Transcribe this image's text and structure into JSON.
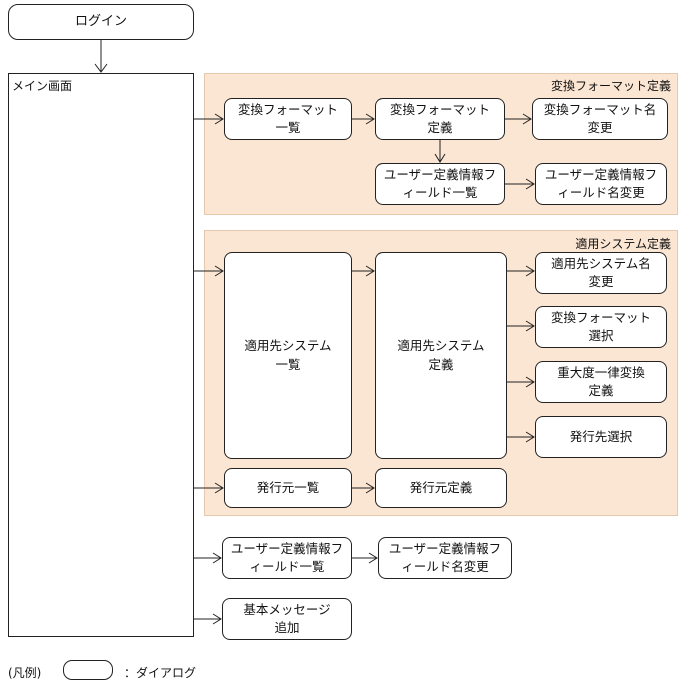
{
  "login": "ログイン",
  "main_screen": "メイン画面",
  "sections": {
    "format": {
      "title": "変換フォーマット定義"
    },
    "system": {
      "title": "適用システム定義"
    }
  },
  "boxes": {
    "fmt_list": "変換フォーマット\n一覧",
    "fmt_def": "変換フォーマット\n定義",
    "fmt_rename": "変換フォーマット名\n変更",
    "fmt_user_fields": "ユーザー定義情報フ\nィールド一覧",
    "fmt_user_rename": "ユーザー定義情報フ\nィールド名変更",
    "sys_list": "適用先システム\n一覧",
    "sys_def": "適用先システム\n定義",
    "sys_rename": "適用先システム名\n変更",
    "sys_fmt_select": "変換フォーマット\n選択",
    "sys_severity": "重大度一律変換\n定義",
    "sys_dest_select": "発行先選択",
    "src_list": "発行元一覧",
    "src_def": "発行元定義",
    "user_fields": "ユーザー定義情報フ\nィールド一覧",
    "user_rename": "ユーザー定義情報フ\nィールド名変更",
    "base_msg": "基本メッセージ\n追加"
  },
  "legend": {
    "prefix": "(凡例)",
    "suffix": "：ダイアログ"
  }
}
